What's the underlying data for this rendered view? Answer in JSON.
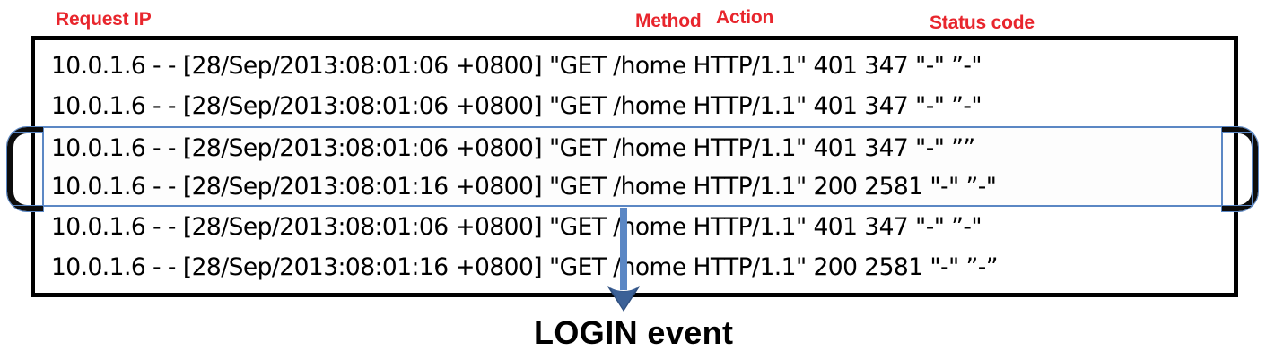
{
  "annotations": {
    "request_ip": "Request IP",
    "method": "Method",
    "action": "Action",
    "status_code": "Status code"
  },
  "colors": {
    "annotation_red": "#E8262D",
    "highlight_blue": "#5B87C4",
    "box_border": "#000000",
    "arrow_blue": "#5B87C4",
    "text_black": "#000000"
  },
  "log": {
    "lines": [
      {
        "text": "10.0.1.6 - - [28/Sep/2013:08:01:06 +0800] \"GET /home HTTP/1.1\" 401 347 \"-\" ”-\"",
        "highlighted": false
      },
      {
        "text": "10.0.1.6 - - [28/Sep/2013:08:01:06 +0800] \"GET /home HTTP/1.1\" 401 347 \"-\" ”-\"",
        "highlighted": false
      },
      {
        "text": "10.0.1.6 - - [28/Sep/2013:08:01:06 +0800] \"GET /home HTTP/1.1\" 401 347 \"-\" ””",
        "highlighted": true
      },
      {
        "text": "10.0.1.6 - - [28/Sep/2013:08:01:16 +0800] \"GET /home HTTP/1.1\" 200 2581 \"-\" ”-\"",
        "highlighted": true
      },
      {
        "text": "10.0.1.6 - - [28/Sep/2013:08:01:06 +0800] \"GET /home HTTP/1.1\" 401 347 \"-\" ”-\"",
        "highlighted": false
      },
      {
        "text": "10.0.1.6 - - [28/Sep/2013:08:01:16 +0800] \"GET /home HTTP/1.1\" 200 2581 \"-\" ”-”",
        "highlighted": false
      }
    ],
    "fields": {
      "request_ip": "10.0.1.6",
      "identity": "-",
      "userid": "-",
      "timestamps": [
        "28/Sep/2013:08:01:06 +0800",
        "28/Sep/2013:08:01:06 +0800",
        "28/Sep/2013:08:01:06 +0800",
        "28/Sep/2013:08:01:16 +0800",
        "28/Sep/2013:08:01:06 +0800",
        "28/Sep/2013:08:01:16 +0800"
      ],
      "method": "GET",
      "action": "/home",
      "protocol": "HTTP/1.1",
      "status_codes": [
        401,
        401,
        401,
        200,
        401,
        200
      ],
      "bytes": [
        347,
        347,
        347,
        2581,
        347,
        2581
      ]
    }
  },
  "callout": {
    "label": "LOGIN event",
    "selected_line_indices": [
      2,
      3
    ]
  },
  "icons": {
    "arrow": "down-arrow-icon",
    "bracket_left": "left-brace-icon",
    "bracket_right": "right-brace-icon"
  }
}
